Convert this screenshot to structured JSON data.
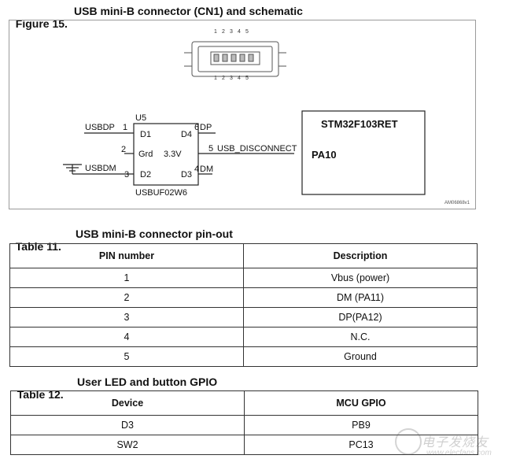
{
  "figure": {
    "number": "Figure 15.",
    "title": "USB mini-B connector (CN1) and schematic",
    "connector_pins_top": [
      "1",
      "2",
      "3",
      "4",
      "5"
    ],
    "connector_pins_bottom": [
      "1",
      "2",
      "3",
      "4",
      "5"
    ],
    "ic": {
      "ref": "U5",
      "part": "USBUF02W6",
      "left_pins": [
        {
          "net": "USBDP",
          "num": "1",
          "name": "D1"
        },
        {
          "net": "",
          "num": "2",
          "name": "Grd"
        },
        {
          "net": "USBDM",
          "num": "3",
          "name": "D2"
        }
      ],
      "center_label": "3.3V",
      "right_pins": [
        {
          "num": "6",
          "net": "DP",
          "name": "D4"
        },
        {
          "num": "5",
          "net": "USB_DISCONNECT",
          "name": ""
        },
        {
          "num": "4",
          "net": "DM",
          "name": "D3"
        }
      ]
    },
    "mcu": {
      "name": "STM32F103RET",
      "pin": "PA10"
    },
    "ref_id": "AM06868v1"
  },
  "table11": {
    "number": "Table 11.",
    "title": "USB mini-B connector pin-out",
    "headers": [
      "PIN number",
      "Description"
    ],
    "rows": [
      [
        "1",
        "Vbus (power)"
      ],
      [
        "2",
        "DM (PA11)"
      ],
      [
        "3",
        "DP(PA12)"
      ],
      [
        "4",
        "N.C."
      ],
      [
        "5",
        "Ground"
      ]
    ]
  },
  "table12": {
    "number": "Table 12.",
    "title": "User LED and button GPIO",
    "headers": [
      "Device",
      "MCU GPIO"
    ],
    "rows": [
      [
        "D3",
        "PB9"
      ],
      [
        "SW2",
        "PC13"
      ]
    ]
  },
  "watermark": {
    "text": "电子发烧友",
    "url": "www.elecfans.com"
  }
}
